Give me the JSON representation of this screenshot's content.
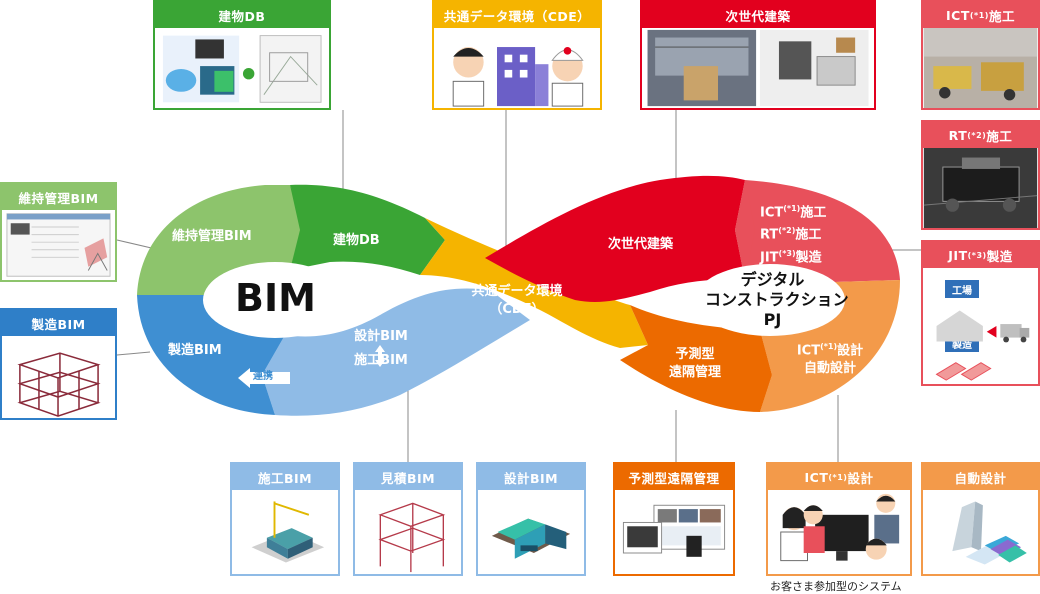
{
  "loop": {
    "bim": "BIM",
    "ijidigital": "デジタル",
    "ijicons": "コンストラクション",
    "ijipj": "PJ",
    "seg_iji": "維持管理BIM",
    "seg_kenbutsu": "建物DB",
    "seg_cde_1": "共通データ環境",
    "seg_cde_2": "（CDE）",
    "seg_jisedai": "次世代建築",
    "seg_ict_1": "ICT",
    "seg_ict_sup": "(*1)",
    "seg_ict_2": "施工",
    "seg_rt_1": "RT",
    "seg_rt_sup": "(*2)",
    "seg_rt_2": "施工",
    "seg_jit_1": "JIT",
    "seg_jit_sup": "(*3)",
    "seg_jit_2": "製造",
    "seg_ictd_1": "ICT",
    "seg_ictd_sup": "(*1)",
    "seg_ictd_2": "設計",
    "seg_auto": "自動設計",
    "seg_yosoku_1": "予測型",
    "seg_yosoku_2": "遠隔管理",
    "seg_sekkei_1": "設計BIM",
    "seg_sekkei_2": "施工BIM",
    "seg_seizo": "製造BIM",
    "renkei": "連携"
  },
  "cards": {
    "kenbutsu": "建物DB",
    "cde": "共通データ環境（CDE）",
    "jisedai": "次世代建築",
    "ict_sekou_1": "ICT",
    "ict_sekou_sup": "(*1)",
    "ict_sekou_2": "施工",
    "rt_sekou_1": "RT",
    "rt_sekou_sup": "(*2)",
    "rt_sekou_2": "施工",
    "jit_seizo_1": "JIT",
    "jit_seizo_sup": "(*3)",
    "jit_seizo_2": "製造",
    "jit_kojo": "工場",
    "jit_seizo_box": "製造",
    "iji": "維持管理BIM",
    "seizo": "製造BIM",
    "sekou": "施工BIM",
    "mitsumori": "見積BIM",
    "sekkei": "設計BIM",
    "yosoku": "予測型遠隔管理",
    "ict_sekkei_1": "ICT",
    "ict_sekkei_sup": "(*1)",
    "ict_sekkei_2": "設計",
    "jidou": "自動設計"
  },
  "caption": "お客さま参加型のシステム",
  "colors": {
    "green_dark": "#3aa535",
    "green_light": "#8dc46c",
    "yellow": "#f5b400",
    "red": "#e2001e",
    "red_soft": "#e8505b",
    "orange": "#ec6a00",
    "orange_light": "#f39a4a",
    "blue": "#3f8fd2",
    "blue_light": "#8fbbe6",
    "blue_card": "#2f7fc8",
    "gray_line": "#888888"
  }
}
